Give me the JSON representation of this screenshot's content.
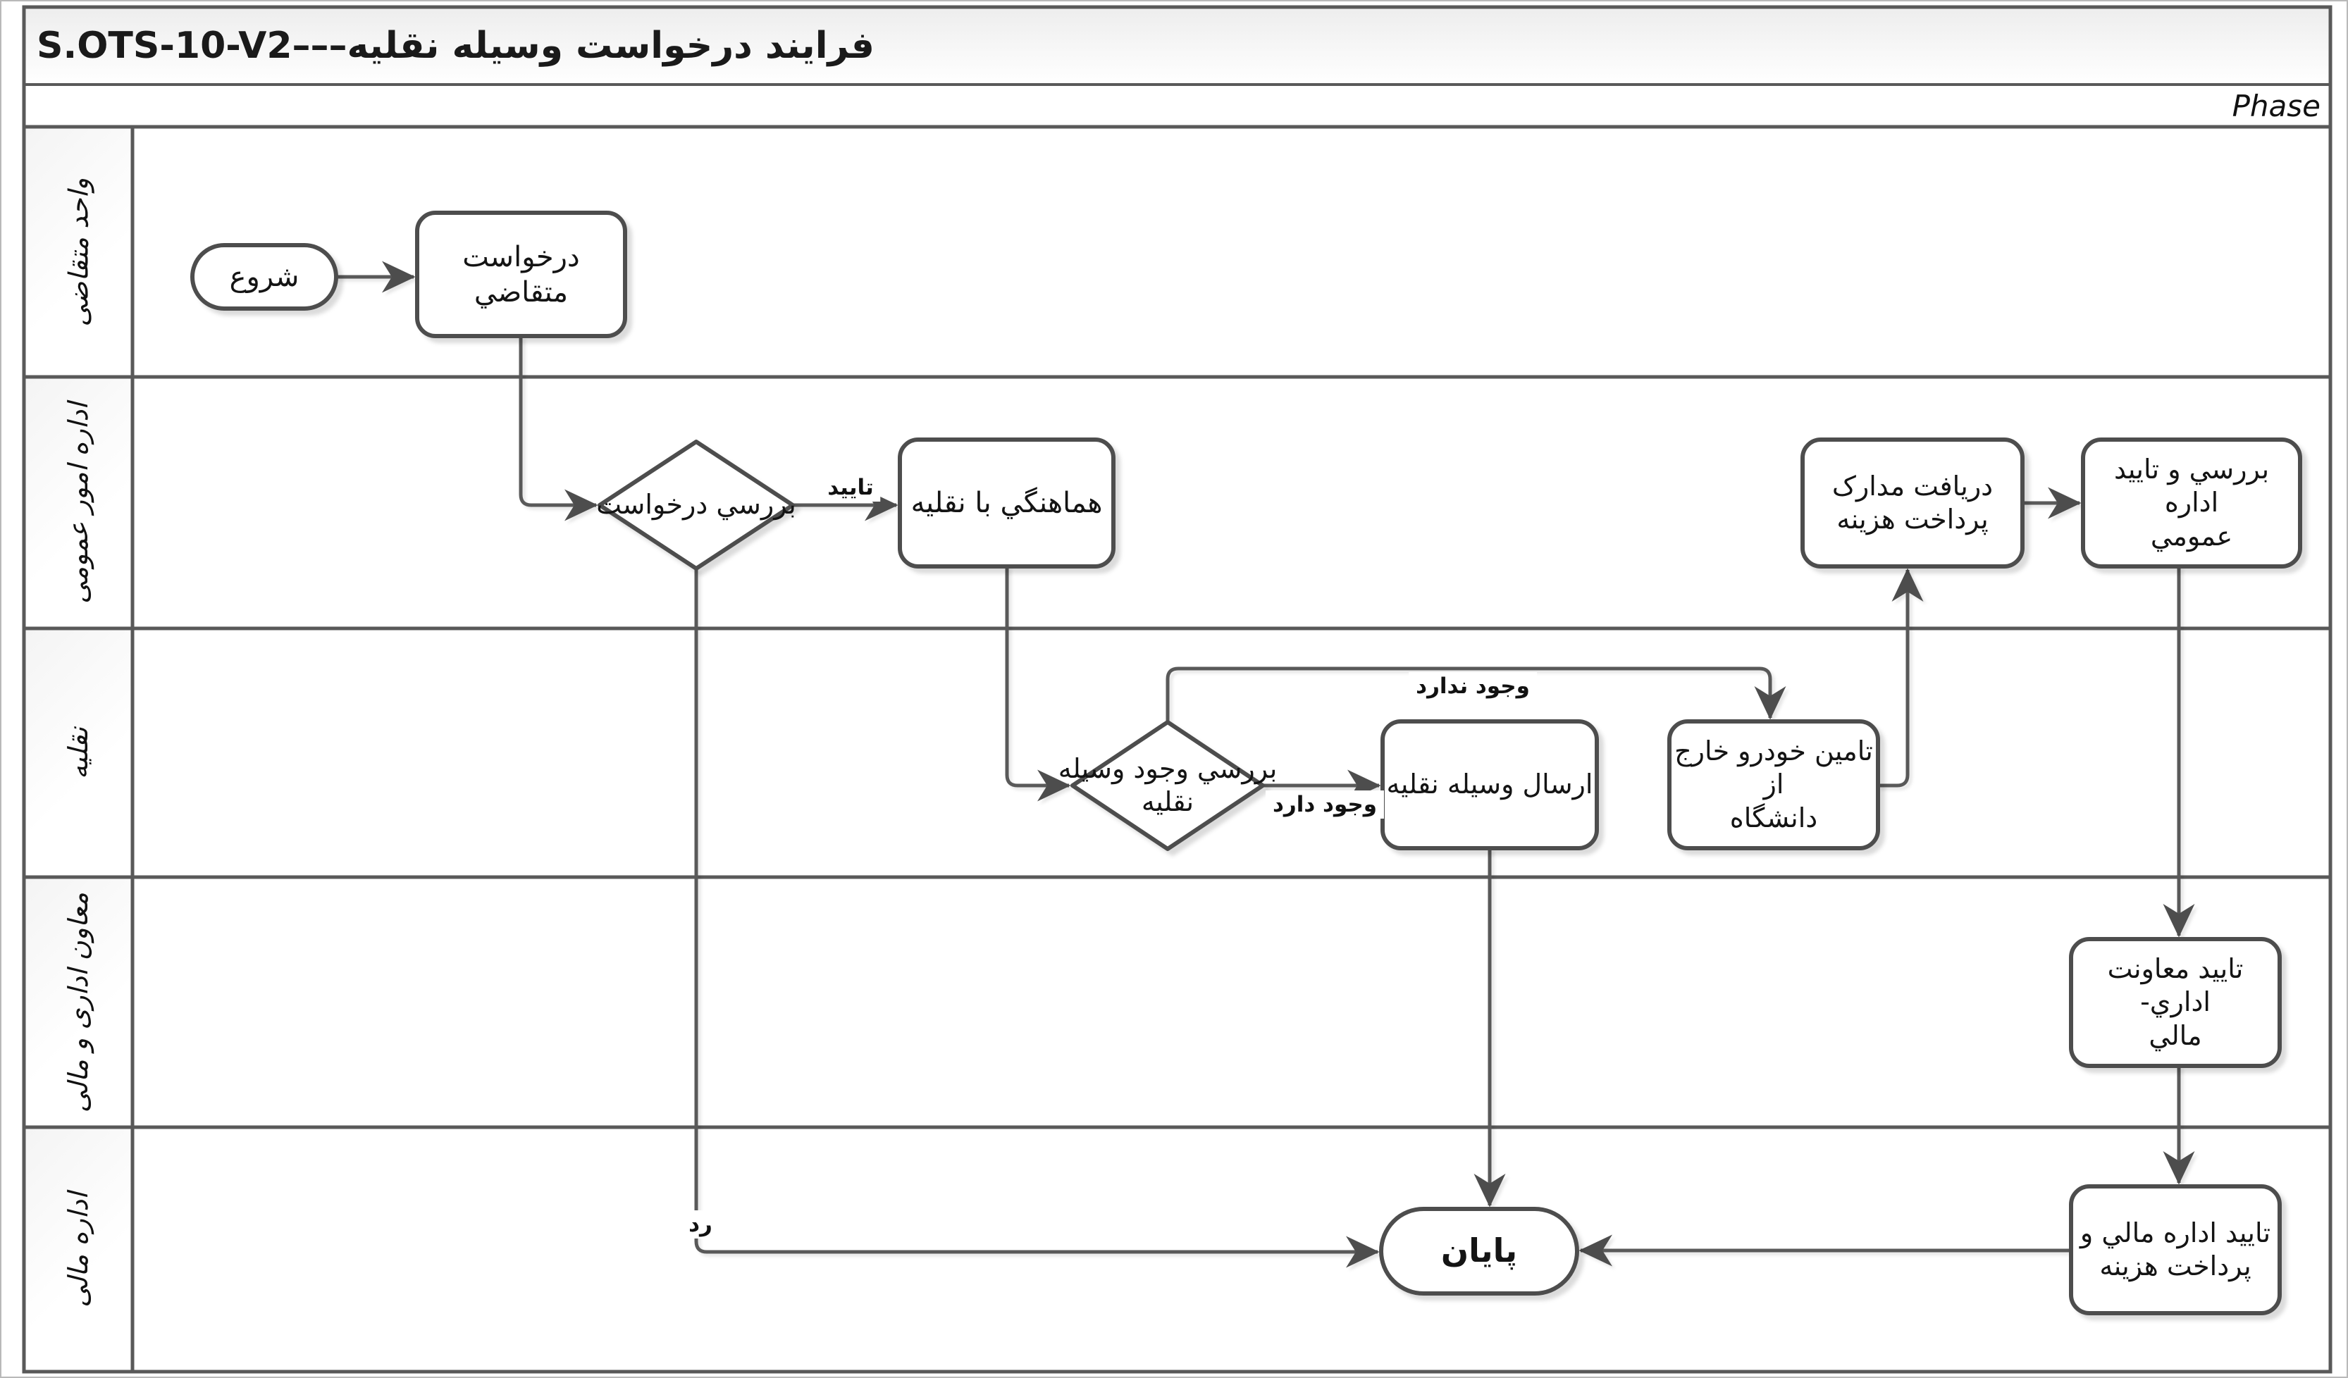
{
  "header": {
    "title": "فرايند درخواست وسيله نقليه–––S.OTS-10-V2",
    "phase_label": "Phase"
  },
  "lanes": [
    {
      "label": "واحد متقاضی"
    },
    {
      "label": "اداره امور عمومی"
    },
    {
      "label": "نقليه"
    },
    {
      "label": "معاون اداری و مالی"
    },
    {
      "label": "اداره مالی"
    }
  ],
  "nodes": {
    "start": {
      "type": "terminator",
      "label": "شروع"
    },
    "request": {
      "type": "process",
      "label": "درخواست متقاضي"
    },
    "review_request": {
      "type": "decision",
      "label": "بررسي درخواست"
    },
    "coordinate": {
      "type": "process",
      "label": "هماهنگي با نقليه"
    },
    "receive_docs": {
      "type": "process",
      "label": "دريافت مدارک\nپرداخت هزينه"
    },
    "general_approve": {
      "type": "process",
      "label": "بررسي و تاييد اداره\nعمومي"
    },
    "check_vehicle": {
      "type": "decision",
      "label": "بررسي وجود وسيله\nنقليه"
    },
    "send_vehicle": {
      "type": "process",
      "label": "ارسال وسيله نقليه"
    },
    "external_car": {
      "type": "process",
      "label": "تامين خودرو خارج از\nدانشگاه"
    },
    "deputy_approve": {
      "type": "process",
      "label": "تاييد معاونت اداري-\nمالي"
    },
    "finance_approve": {
      "type": "process",
      "label": "تاييد اداره مالي و\nپرداخت هزينه"
    },
    "end": {
      "type": "terminator",
      "label": "پايان"
    }
  },
  "edge_labels": {
    "approve": "تاييد",
    "exists": "وجود دارد",
    "not_exists": "وجود ندارد",
    "reject": "رد"
  },
  "colors": {
    "line": "#595959",
    "shape_border": "#4d4d4d",
    "fill": "#ffffff"
  }
}
